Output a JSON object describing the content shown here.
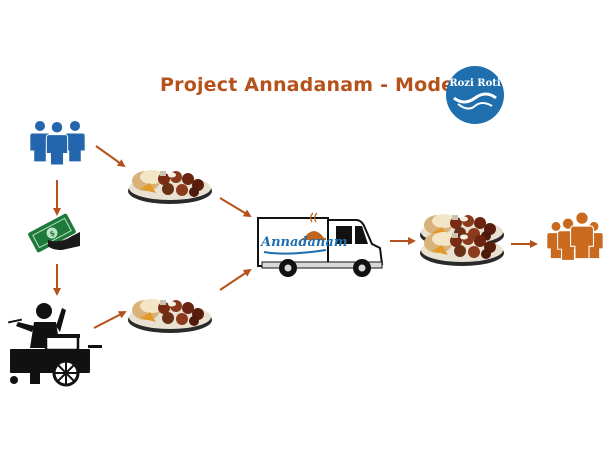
{
  "title": "Project Annadanam - Model",
  "logo": {
    "text": "Rozi Roti"
  },
  "van": {
    "label": "Annadanam"
  },
  "colors": {
    "accent": "#b5521b",
    "logo_bg": "#1f6fae",
    "donor_blue": "#2466ad",
    "money_green": "#1e7a3b",
    "beneficiary_orange": "#c96a1e"
  },
  "icons": [
    "donors-icon",
    "money-hand-icon",
    "cook-cart-icon",
    "meal-plate-icon",
    "food-van-icon",
    "beneficiaries-icon"
  ]
}
